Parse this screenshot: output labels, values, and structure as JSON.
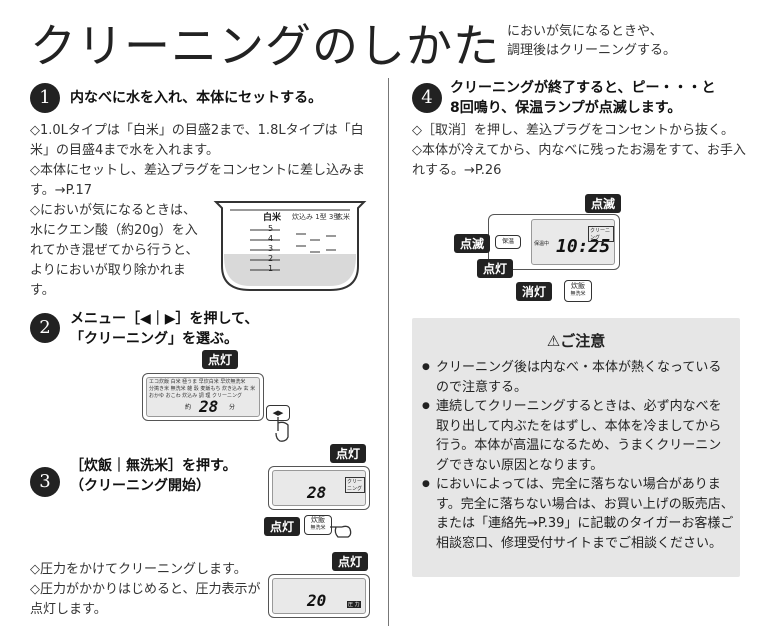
{
  "title": "クリーニングのしかた",
  "subtitle": [
    "においが気になるときや、",
    "調理後はクリーニングする。"
  ],
  "step1": {
    "num": "1",
    "heading": "内なべに水を入れ、本体にセットする。",
    "p1": "◇1.0Lタイプは「白米」の目盛2まで、1.8Lタイプは「白米」の目盛4まで水を入れます。",
    "p2": "◇本体にセットし、差込プラグをコンセントに差し込みます。→P.17",
    "p3": "◇においが気になるときは、水にクエン酸（約20g）を入れてかき混ぜてから行うと、よりにおいが取り除かれます。",
    "pot_label": "白米",
    "pot_marks": [
      "5",
      "4",
      "3",
      "2",
      "1"
    ],
    "pot_sub": "炊込み 1型 3型",
    "pot_sub2": "玄米"
  },
  "step2": {
    "num": "2",
    "heading1": "メニュー［◀｜▶］を押して、",
    "heading2": "「クリーニング」を選ぶ。",
    "tag": "点灯",
    "menu_rows": [
      "エコ炊飯 白米 極うま 早炊白米 早炊無洗米",
      "分搗き米 無洗米 雑 穀 麦飯もち 炊き込み 玄 米",
      "おかゆ おこわ 炊込み 調 理 クリーニング"
    ],
    "minutes_label": "約",
    "minutes": "28",
    "minutes_unit": "分"
  },
  "step3": {
    "num": "3",
    "heading1": "［炊飯｜無洗米］を押す。",
    "heading2": "（クリーニング開始）",
    "tag1": "点灯",
    "tag2": "点灯",
    "minutes": "28",
    "btn_label1": "炊飯",
    "btn_label2": "無洗米",
    "lamp": "クリーニング",
    "p1": "◇圧力をかけてクリーニングします。",
    "p2": "◇圧力がかかりはじめると、圧力表示が点灯します。",
    "tag3": "点灯",
    "minutes2": "20",
    "pressure": "圧 力"
  },
  "step4": {
    "num": "4",
    "heading1": "クリーニングが終了すると、ピー・・・と",
    "heading2": "8回鳴り、保温ランプが点滅します。",
    "p1": "◇［取消］を押し、差込プラグをコンセントから抜く。",
    "p2": "◇本体が冷えてから、内なべに残ったお湯をすて、お手入れする。→P.26",
    "tag_blink1": "点滅",
    "tag_blink2": "点滅",
    "tag_on": "点灯",
    "tag_off": "消灯",
    "keep_warm": "保温",
    "warm_text": "保温中",
    "time": "10:25",
    "lamp": "クリーニング",
    "btn1": "炊飯",
    "btn2": "無洗米"
  },
  "caution": {
    "title": "⚠ご注意",
    "items": [
      "クリーニング後は内なべ・本体が熱くなっているので注意する。",
      "連続してクリーニングするときは、必ず内なべを取り出して内ぶたをはずし、本体を冷ましてから行う。本体が高温になるため、うまくクリーニングできない原因となります。",
      "においによっては、完全に落ちない場合があります。完全に落ちない場合は、お買い上げの販売店、または「連絡先→P.39」に記載のタイガーお客様ご相談窓口、修理受付サイトまでご相談ください。"
    ]
  }
}
